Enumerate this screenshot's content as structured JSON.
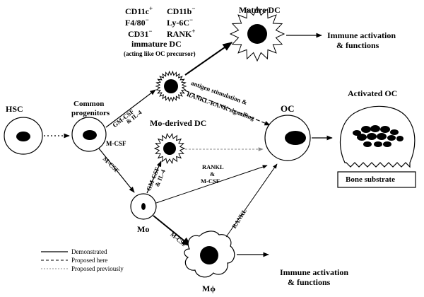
{
  "labels": {
    "hsc": "HSC",
    "common_progenitors_1": "Common",
    "common_progenitors_2": "progenitors",
    "mo": "Mo",
    "mphi": "Mϕ",
    "mo_derived_dc": "Mo-derived DC",
    "immature_dc": "immature DC",
    "immature_dc_note": "(acting like OC precursor)",
    "mature_dc": "Mature DC",
    "oc": "OC",
    "activated_oc": "Activated OC",
    "bone_substrate": "Bone substrate",
    "immune_top_1": "Immune activation",
    "immune_top_2": "& functions",
    "immune_bottom_1": "Immune activation",
    "immune_bottom_2": "& functions"
  },
  "markers": {
    "cd11c": "CD11c",
    "cd11c_sign": "+",
    "cd11b": "CD11b",
    "cd11b_sign": "−",
    "f480": "F4/80",
    "f480_sign": "−",
    "ly6c": "Ly-6C",
    "ly6c_sign": "−",
    "cd31": "CD31",
    "cd31_sign": "−",
    "rank": "RANK",
    "rank_sign": "+"
  },
  "arrow_labels": {
    "gmcsf_top": "GM-CSF",
    "il4_top": "& IL-4",
    "mcsf_down": "M-CSF",
    "mcsf_diag": "M-CSF",
    "gmcsf_mo": "GM-CSF",
    "il4_mo": "& IL-4",
    "rankl_mcsf_1": "RANKL",
    "rankl_mcsf_2": "M-CSF",
    "rankl_mcsf_and": "&",
    "mcsf_mphi": "M-CSF",
    "rankl_mphi": "RANKL",
    "antigen_stim": "antigen stimulation &",
    "rankl_rank_sig": "RANKL-RANK signalling"
  },
  "legend": {
    "demonstrated": "Demonstrated",
    "proposed_here": "Proposed here",
    "proposed_previously": "Proposed previously"
  }
}
